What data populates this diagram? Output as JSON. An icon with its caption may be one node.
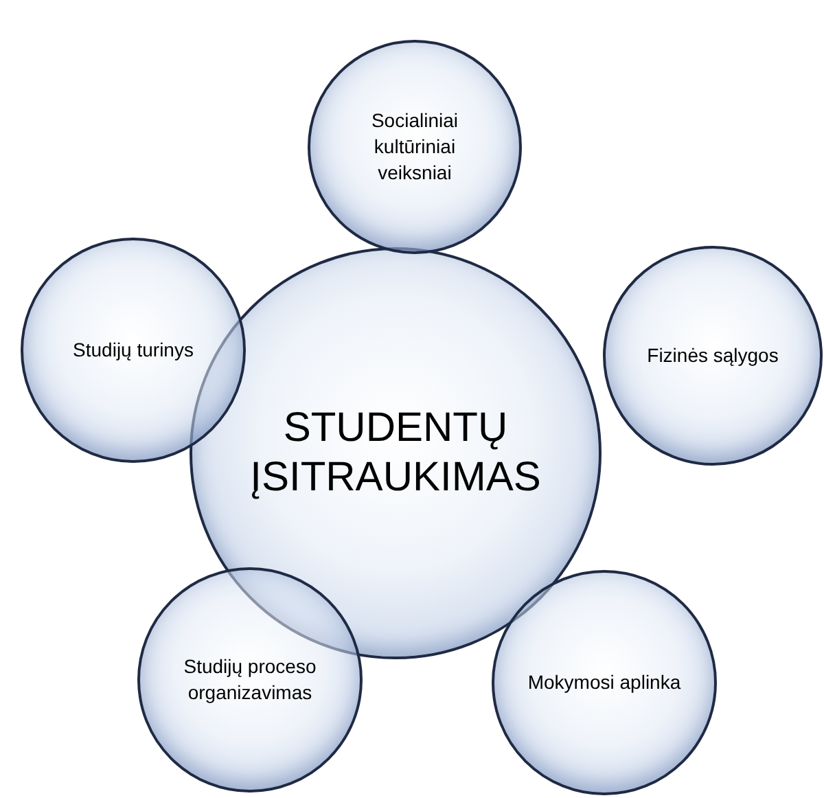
{
  "diagram": {
    "nodes": [
      {
        "text": [
          "STUDENTŲ ĮSITRAUKIMAS"
        ]
      },
      {
        "text": [
          "Socialiniai kultūriniai veiksniai"
        ]
      },
      {
        "text": [
          "Fizinės sąlygos"
        ]
      },
      {
        "text": [
          "Mokymosi aplinka"
        ]
      },
      {
        "text": [
          "Studijų proceso organizavimas"
        ]
      },
      {
        "text": [
          "Studijų turinys"
        ]
      }
    ]
  }
}
